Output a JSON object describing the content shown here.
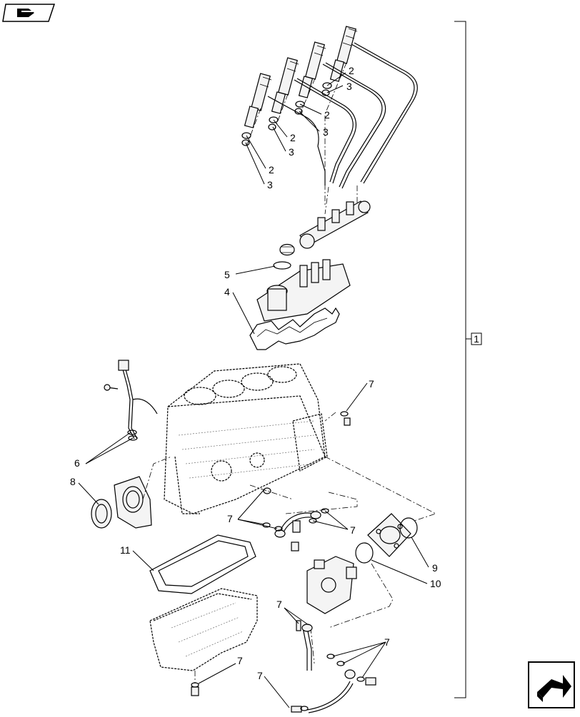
{
  "callouts": {
    "c1": "1",
    "c2a": "2",
    "c3a": "3",
    "c2b": "2",
    "c3b": "3",
    "c2c": "2",
    "c3c": "3",
    "c2d": "2",
    "c3d": "3",
    "c4": "4",
    "c5": "5",
    "c6": "6",
    "c7a": "7",
    "c7b": "7",
    "c7c": "7",
    "c7d": "7",
    "c7e": "7",
    "c7f": "7",
    "c7g": "7",
    "c8": "8",
    "c9": "9",
    "c10": "10",
    "c11": "11"
  },
  "icons": {
    "top_left": "assembly-view-icon",
    "bottom_right": "navigation-arrow-icon"
  }
}
